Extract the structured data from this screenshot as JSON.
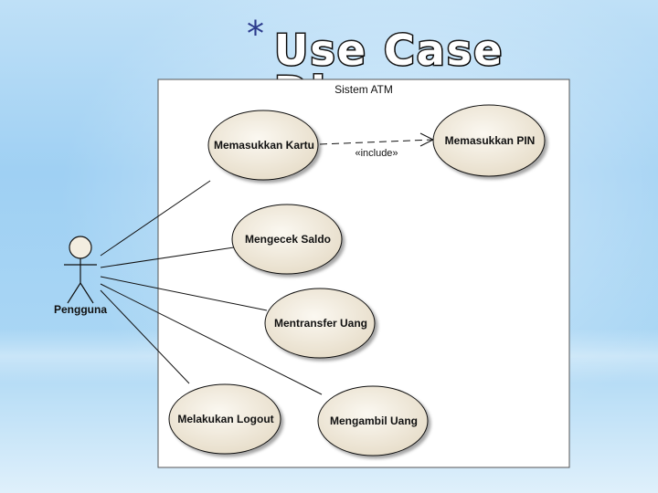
{
  "slide": {
    "title_bullet": "*",
    "title": "Use Case Diagram"
  },
  "diagram": {
    "system_name": "Sistem ATM",
    "actor": {
      "name": "Pengguna",
      "icon": "stick-figure-icon"
    },
    "use_cases": {
      "memasukkan_kartu": "Memasukkan Kartu",
      "memasukkan_pin": "Memasukkan PIN",
      "mengecek_saldo": "Mengecek Saldo",
      "mentransfer_uang": "Mentransfer Uang",
      "melakukan_logout": "Melakukan Logout",
      "mengambil_uang": "Mengambil Uang"
    },
    "include_label": "«include»",
    "colors": {
      "use_case_fill": "#f3ede0",
      "system_fill": "#ffffff",
      "line": "#111111"
    }
  }
}
